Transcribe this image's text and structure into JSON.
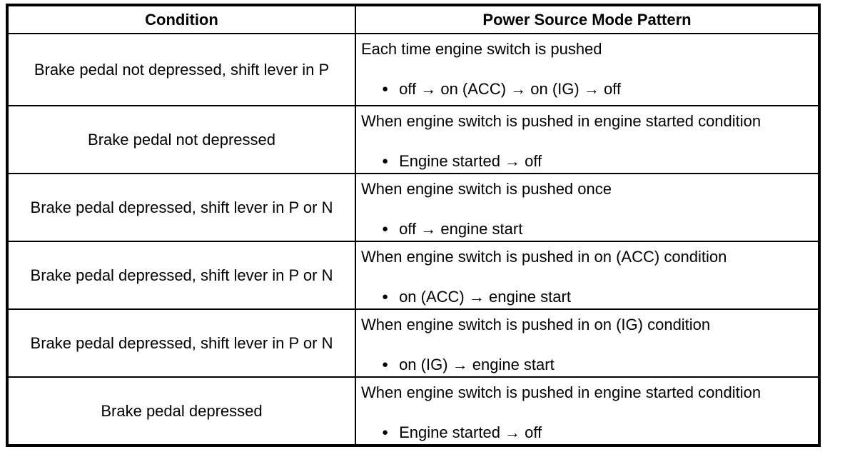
{
  "table": {
    "bullet_glyph": "●",
    "headers": [
      {
        "label": "Condition"
      },
      {
        "label": "Power Source Mode Pattern"
      }
    ],
    "rows": [
      {
        "condition": "Brake pedal not depressed, shift lever in P",
        "pattern_heading": "Each time engine switch is pushed",
        "pattern_bullet": "off → on (ACC) → on (IG) → off"
      },
      {
        "condition": "Brake pedal not depressed",
        "pattern_heading": "When engine switch is pushed in engine started condition",
        "pattern_bullet": "Engine started → off"
      },
      {
        "condition": "Brake pedal depressed, shift lever in P or N",
        "pattern_heading": "When engine switch is pushed once",
        "pattern_bullet": "off → engine start"
      },
      {
        "condition": "Brake pedal depressed, shift lever in P or N",
        "pattern_heading": "When engine switch is pushed in on (ACC) condition",
        "pattern_bullet": "on (ACC) → engine start"
      },
      {
        "condition": "Brake pedal depressed, shift lever in P or N",
        "pattern_heading": "When engine switch is pushed in on (IG) condition",
        "pattern_bullet": "on (IG) → engine start"
      },
      {
        "condition": "Brake pedal depressed",
        "pattern_heading": "When engine switch is pushed in engine started condition",
        "pattern_bullet": "Engine started → off"
      }
    ]
  }
}
